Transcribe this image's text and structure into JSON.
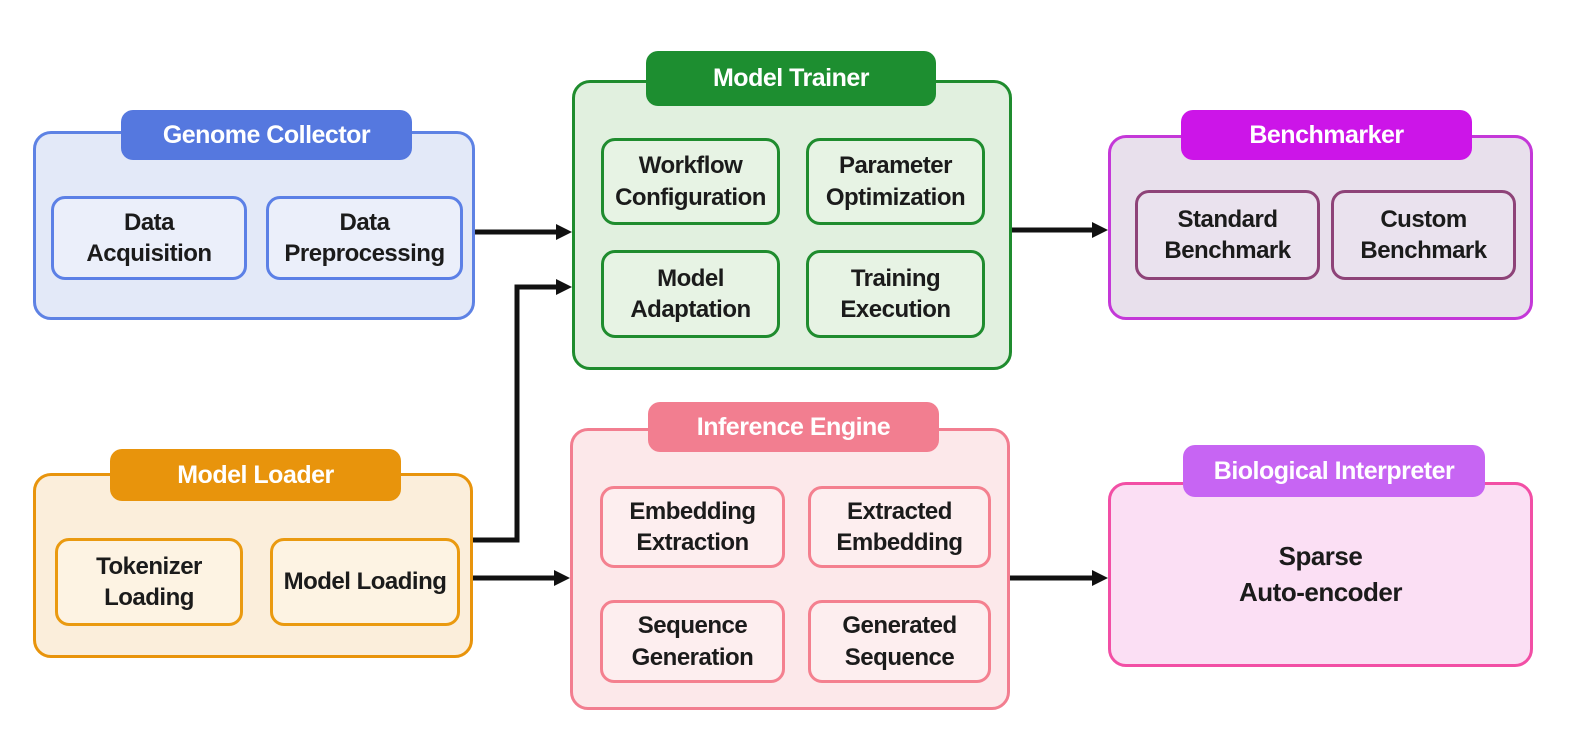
{
  "diagram": {
    "background_color": "#FFFFFF",
    "arrow_color": "#111111",
    "modules": {
      "genome_collector": {
        "title": "Genome Collector",
        "colors": {
          "header": "#5578DF",
          "border": "#5E82E4",
          "body": "#E3E9F8"
        },
        "children": [
          "Data Acquisition",
          "Data Preprocessing"
        ]
      },
      "model_trainer": {
        "title": "Model Trainer",
        "colors": {
          "header": "#1D8E30",
          "border": "#1F8C2E",
          "body": "#E1F0DF"
        },
        "children": [
          "Workflow Configuration",
          "Parameter Optimization",
          "Model Adaptation",
          "Training Execution"
        ]
      },
      "benchmarker": {
        "title": "Benchmarker",
        "colors": {
          "header": "#CC15E8",
          "border": "#C438D8",
          "body": "#E8E0EC",
          "inner_border": "#8E4378"
        },
        "children": [
          "Standard Benchmark",
          "Custom Benchmark"
        ]
      },
      "model_loader": {
        "title": "Model Loader",
        "colors": {
          "header": "#E8940C",
          "border": "#E8940C",
          "body": "#FBEEDB"
        },
        "children": [
          "Tokenizer Loading",
          "Model Loading"
        ]
      },
      "inference_engine": {
        "title": "Inference Engine",
        "colors": {
          "header": "#F27E90",
          "border": "#F27E90",
          "body": "#FCE8EA"
        },
        "children": [
          "Embedding Extraction",
          "Extracted Embedding",
          "Sequence Generation",
          "Generated Sequence"
        ]
      },
      "biological_interpreter": {
        "title": "Biological Interpreter",
        "colors": {
          "header": "#C765F3",
          "border": "#F24FA5",
          "body": "#FBDFF4"
        },
        "content": "Sparse\nAuto-encoder"
      }
    },
    "connections": [
      {
        "from": "Genome Collector",
        "to": "Model Trainer"
      },
      {
        "from": "Model Loader",
        "to": "Model Trainer"
      },
      {
        "from": "Model Loader",
        "to": "Inference Engine"
      },
      {
        "from": "Model Trainer",
        "to": "Benchmarker"
      },
      {
        "from": "Inference Engine",
        "to": "Biological Interpreter"
      },
      {
        "from": "Embedding Extraction",
        "to": "Extracted Embedding"
      },
      {
        "from": "Sequence Generation",
        "to": "Generated Sequence"
      }
    ]
  }
}
